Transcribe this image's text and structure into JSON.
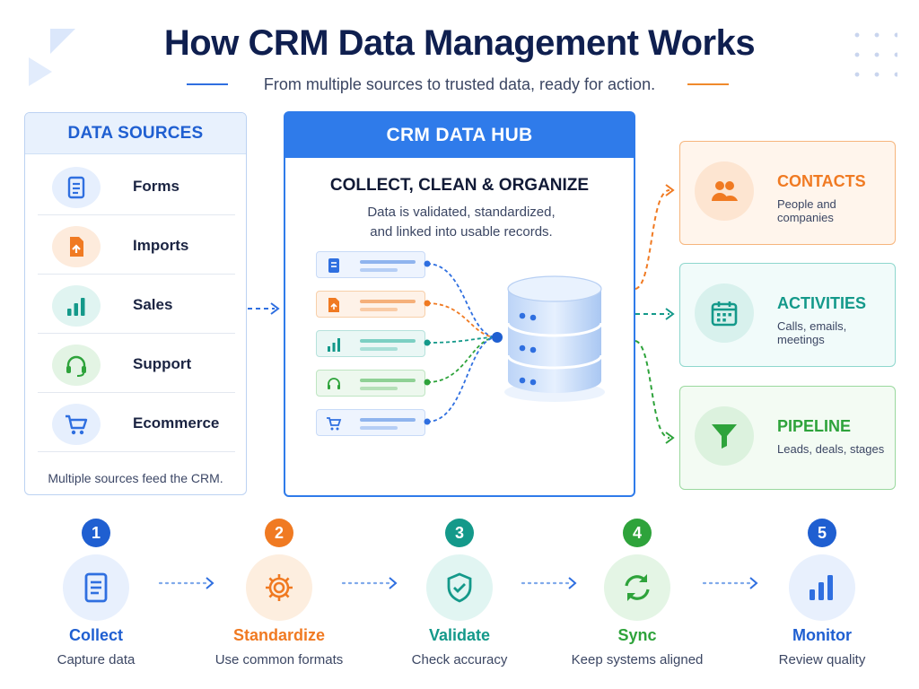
{
  "header": {
    "title": "How CRM Data Management Works",
    "subtitle": "From multiple sources to trusted data, ready for action."
  },
  "sources": {
    "heading": "DATA SOURCES",
    "items": [
      {
        "label": "Forms",
        "icon": "document-icon",
        "color": "#2f6fe0",
        "bg": "#e6effd"
      },
      {
        "label": "Imports",
        "icon": "file-upload-icon",
        "color": "#f07a22",
        "bg": "#fdebdc"
      },
      {
        "label": "Sales",
        "icon": "bar-chart-icon",
        "color": "#14998a",
        "bg": "#e0f4f1"
      },
      {
        "label": "Support",
        "icon": "headset-icon",
        "color": "#2ea33b",
        "bg": "#e3f4e4"
      },
      {
        "label": "Ecommerce",
        "icon": "shopping-cart-icon",
        "color": "#2f6fe0",
        "bg": "#e6effd"
      }
    ],
    "footer": "Multiple sources feed the CRM."
  },
  "hub": {
    "heading": "CRM DATA HUB",
    "subheading": "COLLECT, CLEAN & ORGANIZE",
    "description_line1": "Data is validated, standardized,",
    "description_line2": "and linked into usable records.",
    "center_icon": "database-icon"
  },
  "outputs": [
    {
      "title": "CONTACTS",
      "desc": "People and companies",
      "icon": "people-icon",
      "color": "#f07a22",
      "bg": "#fff5ec",
      "border": "#f6b57c"
    },
    {
      "title": "ACTIVITIES",
      "desc": "Calls, emails, meetings",
      "icon": "calendar-icon",
      "color": "#14998a",
      "bg": "#f1fbfa",
      "border": "#8ed7cd"
    },
    {
      "title": "PIPELINE",
      "desc": "Leads, deals, stages",
      "icon": "funnel-icon",
      "color": "#2ea33b",
      "bg": "#f3fbf3",
      "border": "#9ad89e"
    }
  ],
  "steps": [
    {
      "num": "1",
      "title": "Collect",
      "desc": "Capture data",
      "icon": "document-icon",
      "color": "#2f6fe0",
      "bg": "#e8f0fd"
    },
    {
      "num": "2",
      "title": "Standardize",
      "desc": "Use common formats",
      "icon": "gear-icon",
      "color": "#f07a22",
      "bg": "#fdeedf"
    },
    {
      "num": "3",
      "title": "Validate",
      "desc": "Check accuracy",
      "icon": "shield-check-icon",
      "color": "#14998a",
      "bg": "#e1f5f2"
    },
    {
      "num": "4",
      "title": "Sync",
      "desc": "Keep systems aligned",
      "icon": "sync-icon",
      "color": "#2ea33b",
      "bg": "#e4f5e5"
    },
    {
      "num": "5",
      "title": "Monitor",
      "desc": "Review quality",
      "icon": "bar-chart-icon",
      "color": "#2f6fe0",
      "bg": "#e8f0fd"
    }
  ]
}
